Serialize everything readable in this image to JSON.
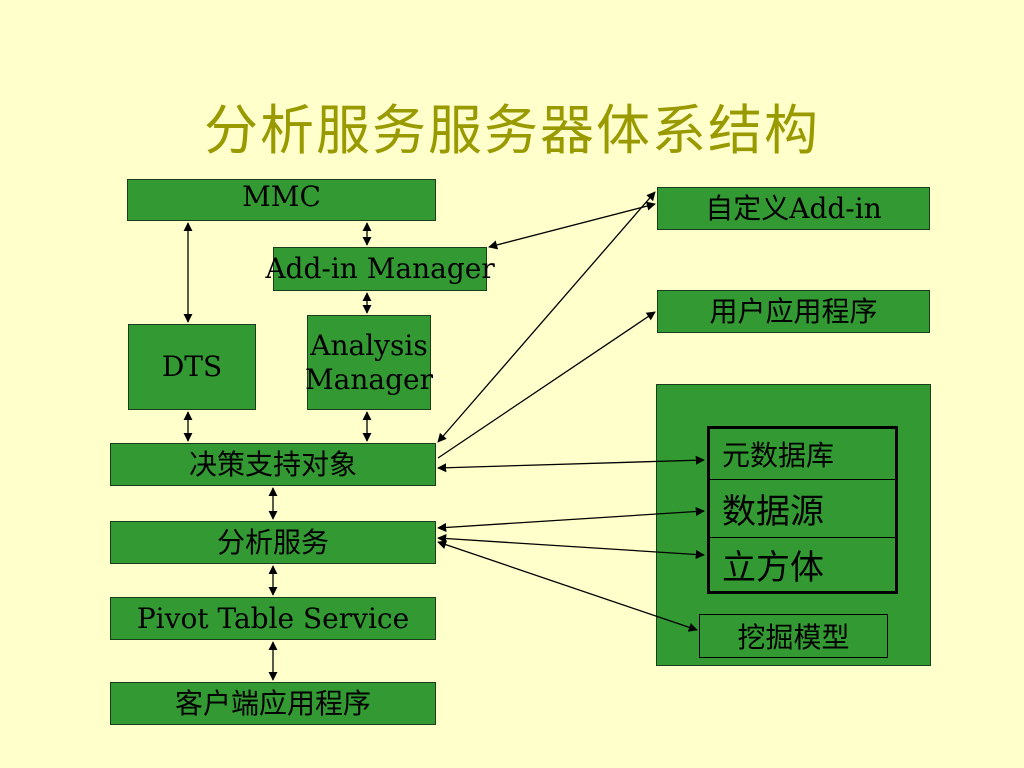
{
  "title": "分析服务服务器体系结构",
  "boxes": {
    "mmc": "MMC",
    "addin_manager": "Add-in Manager",
    "dts": "DTS",
    "analysis_manager_line1": "Analysis",
    "analysis_manager_line2": "Manager",
    "decision_support_objects": "决策支持对象",
    "analysis_services": "分析服务",
    "pivot_table_service": "Pivot Table Service",
    "client_app": "客户端应用程序",
    "custom_addin": "自定义Add-in",
    "user_app": "用户应用程序"
  },
  "repository": {
    "metadata": "元数据库",
    "data_source": "数据源",
    "cube": "立方体",
    "mining_model": "挖掘模型"
  },
  "colors": {
    "background": "#FFFFCC",
    "title": "#999900",
    "box_fill": "#339933",
    "line": "#000000"
  }
}
